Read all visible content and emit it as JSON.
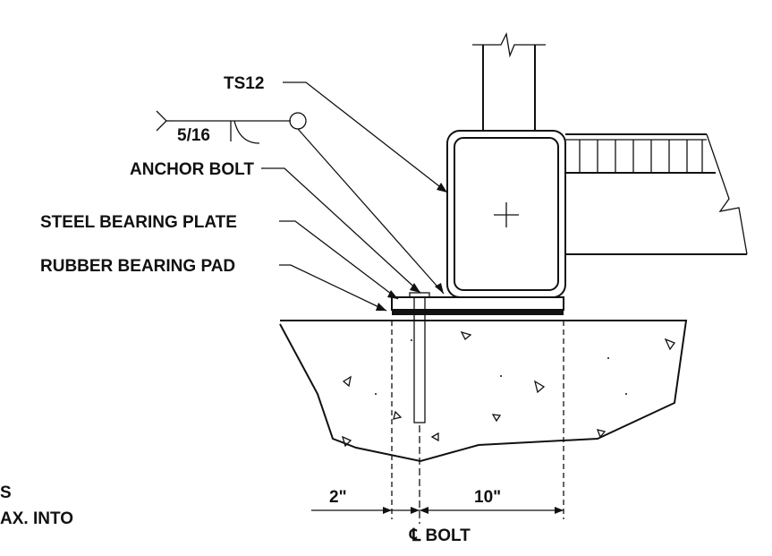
{
  "labels": {
    "ts12": "TS12",
    "weld_size": "5/16",
    "anchor_bolt": "ANCHOR BOLT",
    "steel_bearing_plate": "STEEL BEARING PLATE",
    "rubber_bearing_pad": "RUBBER BEARING PAD",
    "dim_left": "2\"",
    "dim_right": "10\"",
    "centerline_bolt": "℄ BOLT",
    "note_line1": "S",
    "note_line2": "AX. INTO"
  }
}
